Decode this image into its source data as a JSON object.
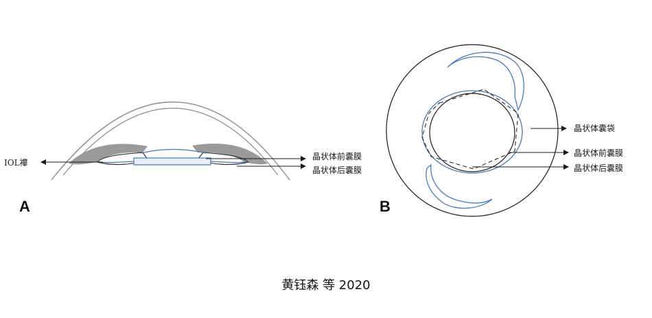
{
  "panel_a": {
    "letter": "A",
    "labels": {
      "iol_haptic": "IOL襻",
      "anterior_capsule": "晶状体前囊膜",
      "posterior_capsule": "晶状体后囊膜"
    }
  },
  "panel_b": {
    "letter": "B",
    "labels": {
      "capsular_bag": "晶状体囊袋",
      "anterior_capsule": "晶状体前囊膜",
      "posterior_capsule": "晶状体后囊膜"
    }
  },
  "credit": "黄钰森 等 2020",
  "colors": {
    "line": "#1a1a1a",
    "iol": "#4a78b8",
    "tissue": "#9a9a9a",
    "cornea": "#8c8c8c"
  }
}
